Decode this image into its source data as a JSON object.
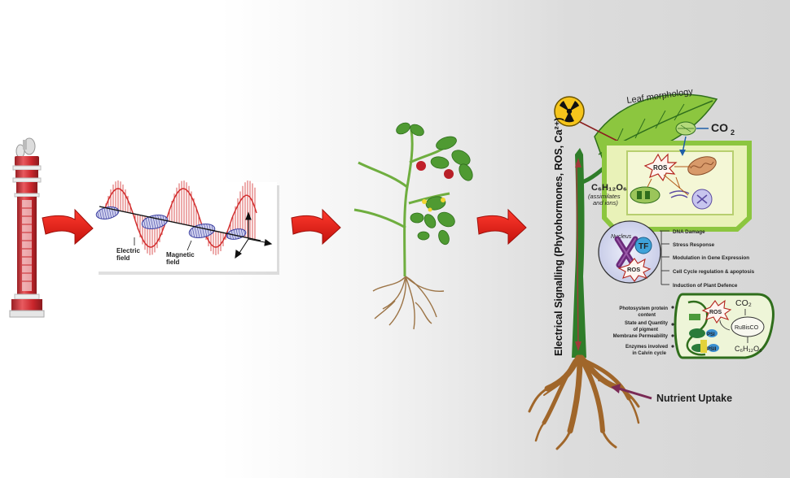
{
  "wave_panel": {
    "electric_label_line1": "Electric",
    "electric_label_line2": "field",
    "magnetic_label_line1": "Magnetic",
    "magnetic_label_line2": "field"
  },
  "leaf_panel": {
    "leaf_morphology": "Leaf morphology",
    "co2": "CO",
    "co2_sub": "2",
    "ros": "ROS",
    "glucose": "C₆H₁₂O₆",
    "assimilates_line1": "(assimilates",
    "assimilates_line2": "and ions)"
  },
  "nucleus_panel": {
    "nucleus": "Nucleus",
    "tf": "TF",
    "ros": "ROS",
    "effects": [
      "DNA Damage",
      "Stress Response",
      "Modulation in Gene Expression",
      "Cell Cycle regulation & apoptosis",
      "Induction of Plant Defence"
    ]
  },
  "chloroplast_panel": {
    "items": [
      {
        "line1": "Photosystem protein",
        "line2": "content"
      },
      {
        "line1": "State and Quantity",
        "line2": "of pigment"
      },
      {
        "line1": "Membrane Permeability",
        "line2": ""
      },
      {
        "line1": "Enzymes involved",
        "line2": "in Calvin cycle"
      }
    ],
    "ros": "ROS",
    "co2": "CO₂",
    "rubisco": "RuBisCO",
    "glucose": "C₆H₁₂O₆",
    "ps1": "PSI",
    "ps2": "PSII"
  },
  "side_label": "Electrical Signalling (Phytohormones, ROS, Ca²⁺)",
  "nutrient_uptake": "Nutrient Uptake",
  "colors": {
    "arrow_red": "#e0231b",
    "tower_red": "#d3343a",
    "leaf_green": "#8cc63f",
    "root_brown": "#a0662a",
    "wave_red": "#d22d2d",
    "wave_blue": "#3b3fa0"
  },
  "icons": [
    "radio-tower-icon",
    "radiation-icon",
    "plant-icon"
  ]
}
